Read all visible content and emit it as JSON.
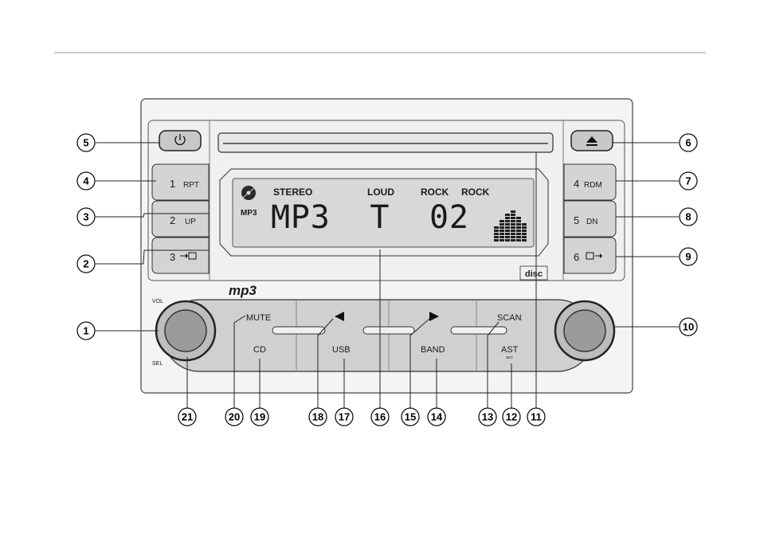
{
  "buttons": {
    "power_icon": "power-icon",
    "eject_icon": "eject-icon",
    "preset1_num": "1",
    "preset1_label": "RPT",
    "preset2_num": "2",
    "preset2_label": "UP",
    "preset3_num": "3",
    "preset4_num": "4",
    "preset4_label": "RDM",
    "preset5_num": "5",
    "preset5_label": "DN",
    "preset6_num": "6",
    "mute": "MUTE",
    "cd": "CD",
    "usb": "USB",
    "band": "BAND",
    "scan": "SCAN",
    "ast": "AST",
    "ast_sub": "SET",
    "vol_label": "VOL",
    "sel_label": "SEL"
  },
  "display": {
    "stereo": "STEREO",
    "loud": "LOUD",
    "rock1": "ROCK",
    "rock2": "ROCK",
    "mp3_tag": "MP3",
    "main_text": "MP3  T  02"
  },
  "logos": {
    "mp3_logo": "mp3",
    "disc_logo": "disc"
  },
  "callouts": [
    "1",
    "2",
    "3",
    "4",
    "5",
    "6",
    "7",
    "8",
    "9",
    "10",
    "11",
    "12",
    "13",
    "14",
    "15",
    "16",
    "17",
    "18",
    "19",
    "20",
    "21"
  ],
  "colors": {
    "panel": "#f2f2f2",
    "button": "#d6d6d6",
    "display": "#dcdcdc",
    "knob": "#9a9a9a",
    "outline": "#222222"
  }
}
